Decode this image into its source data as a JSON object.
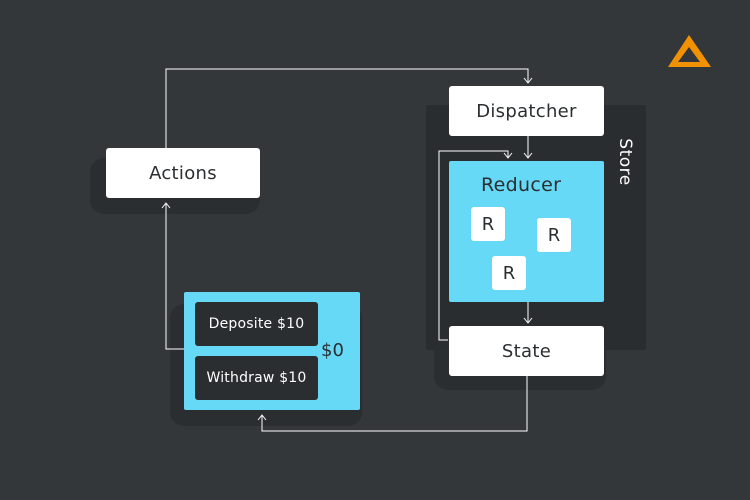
{
  "nodes": {
    "actions": "Actions",
    "dispatcher": "Dispatcher",
    "store": "Store",
    "reducer": "Reducer",
    "reducer_items": [
      "R",
      "R",
      "R"
    ],
    "state": "State"
  },
  "ui": {
    "deposit_button": "Deposite $10",
    "withdraw_button": "Withdraw $10",
    "balance": "$0"
  },
  "colors": {
    "background": "#343739",
    "accent_blue": "#66d9f7",
    "box_white": "#ffffff",
    "logo_orange": "#f39200"
  },
  "logo": {
    "icon": "triangle-logo-icon"
  }
}
